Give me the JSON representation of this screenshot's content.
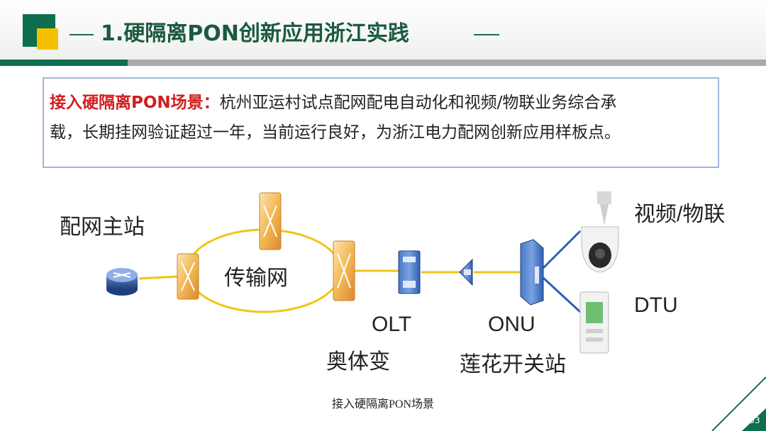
{
  "slide": {
    "title": "1.硬隔离PON创新应用浙江实践",
    "page_number": "33"
  },
  "callout": {
    "lead": "接入硬隔离PON场景：",
    "line1_rest": "杭州亚运村试点配网配电自动化和视频/物联业务综合承",
    "line2": "载，长期挂网验证超过一年，当前运行良好，为浙江电力配网创新应用样板点。"
  },
  "diagram": {
    "master_station": "配网主站",
    "transport_network": "传输网",
    "olt": "OLT",
    "substation": "奥体变",
    "onu": "ONU",
    "switch_station": "莲花开关站",
    "video_iot": "视频/物联",
    "dtu": "DTU"
  },
  "caption": "接入硬隔离PON场景",
  "colors": {
    "brand_green": "#0e6e50",
    "accent_yellow": "#f5c000",
    "title_green": "#1a5a3f",
    "lead_red": "#d01e1e",
    "fiber_yellow": "#f2c414",
    "link_blue": "#2f5fb3"
  }
}
